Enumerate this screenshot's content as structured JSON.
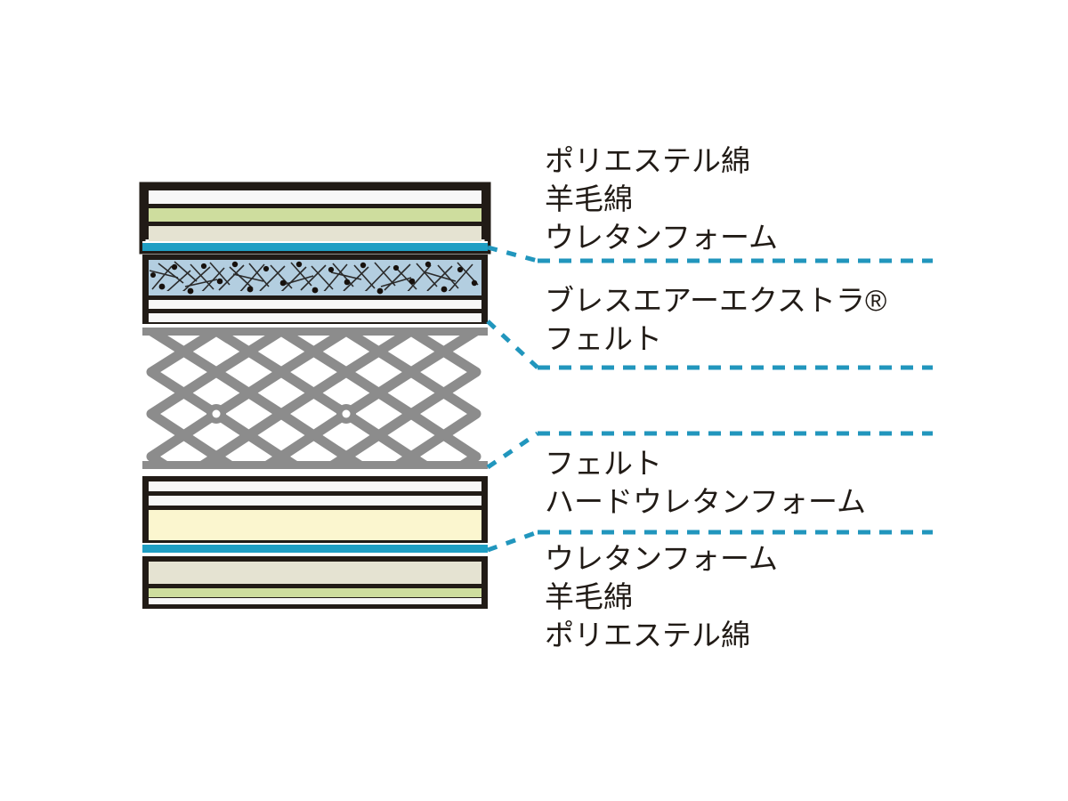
{
  "diagram": {
    "title": "mattress-cross-section",
    "colors": {
      "outline": "#211b16",
      "white": "#f7f7f7",
      "wool_green": "#cedd9e",
      "polyester_beige": "#e5e3d2",
      "urethane_cyan": "#1f9fc4",
      "breath_air_blue": "#b3cee0",
      "hard_urethane_cream": "#fbf6cf",
      "spring_gray": "#8c8c8c",
      "leader_cyan": "#2196bd",
      "background": "#ffffff"
    },
    "top_section": {
      "name": "upper-comfort-layers",
      "layers": [
        {
          "id": "polyester-cotton-top",
          "fill": "#f7f7f7"
        },
        {
          "id": "wool-cotton-top",
          "fill": "#cedd9e"
        },
        {
          "id": "felt-beige-top",
          "fill": "#e5e3d2"
        },
        {
          "id": "urethane-foam-top",
          "fill": "#1f9fc4"
        },
        {
          "id": "breath-air-extra",
          "fill": "#b3cee0"
        },
        {
          "id": "felt-white-upper-a",
          "fill": "#f7f7f7"
        },
        {
          "id": "felt-white-upper-b",
          "fill": "#f7f7f7"
        }
      ]
    },
    "spring_section": {
      "name": "bonnell-spring-unit",
      "top_rail": "#8c8c8c",
      "bottom_rail": "#8c8c8c",
      "coil_color": "#8c8c8c",
      "helical_connectors": 2
    },
    "bottom_section": {
      "name": "lower-comfort-layers",
      "layers": [
        {
          "id": "felt-white-lower-a",
          "fill": "#f7f7f7"
        },
        {
          "id": "felt-white-lower-b",
          "fill": "#f7f7f7"
        },
        {
          "id": "hard-urethane-foam",
          "fill": "#fbf6cf"
        },
        {
          "id": "urethane-foam-bottom",
          "fill": "#1f9fc4"
        },
        {
          "id": "felt-beige-bottom",
          "fill": "#e5e3d2"
        },
        {
          "id": "wool-cotton-bottom",
          "fill": "#cedd9e"
        },
        {
          "id": "polyester-cotton-bottom",
          "fill": "#f7f7f7"
        }
      ]
    },
    "labels": {
      "group_1": {
        "name": "label-group-upper-comfort",
        "lines": [
          "ポリエステル綿",
          "羊毛綿",
          "ウレタンフォーム"
        ]
      },
      "group_2": {
        "name": "label-group-breath-air",
        "lines": [
          "ブレスエアーエクストラ®",
          "フェルト"
        ]
      },
      "group_3": {
        "name": "label-group-felt-hard-urethane",
        "lines": [
          "フェルト",
          "ハードウレタンフォーム"
        ]
      },
      "group_4": {
        "name": "label-group-lower-comfort",
        "lines": [
          "ウレタンフォーム",
          "羊毛綿",
          "ポリエステル綿"
        ]
      }
    },
    "leaders": [
      {
        "id": "leader-1",
        "to": "label-group-upper-comfort"
      },
      {
        "id": "leader-2",
        "to": "label-group-breath-air"
      },
      {
        "id": "leader-3",
        "to": "label-group-felt-hard-urethane"
      },
      {
        "id": "leader-4",
        "to": "label-group-lower-comfort"
      }
    ]
  }
}
